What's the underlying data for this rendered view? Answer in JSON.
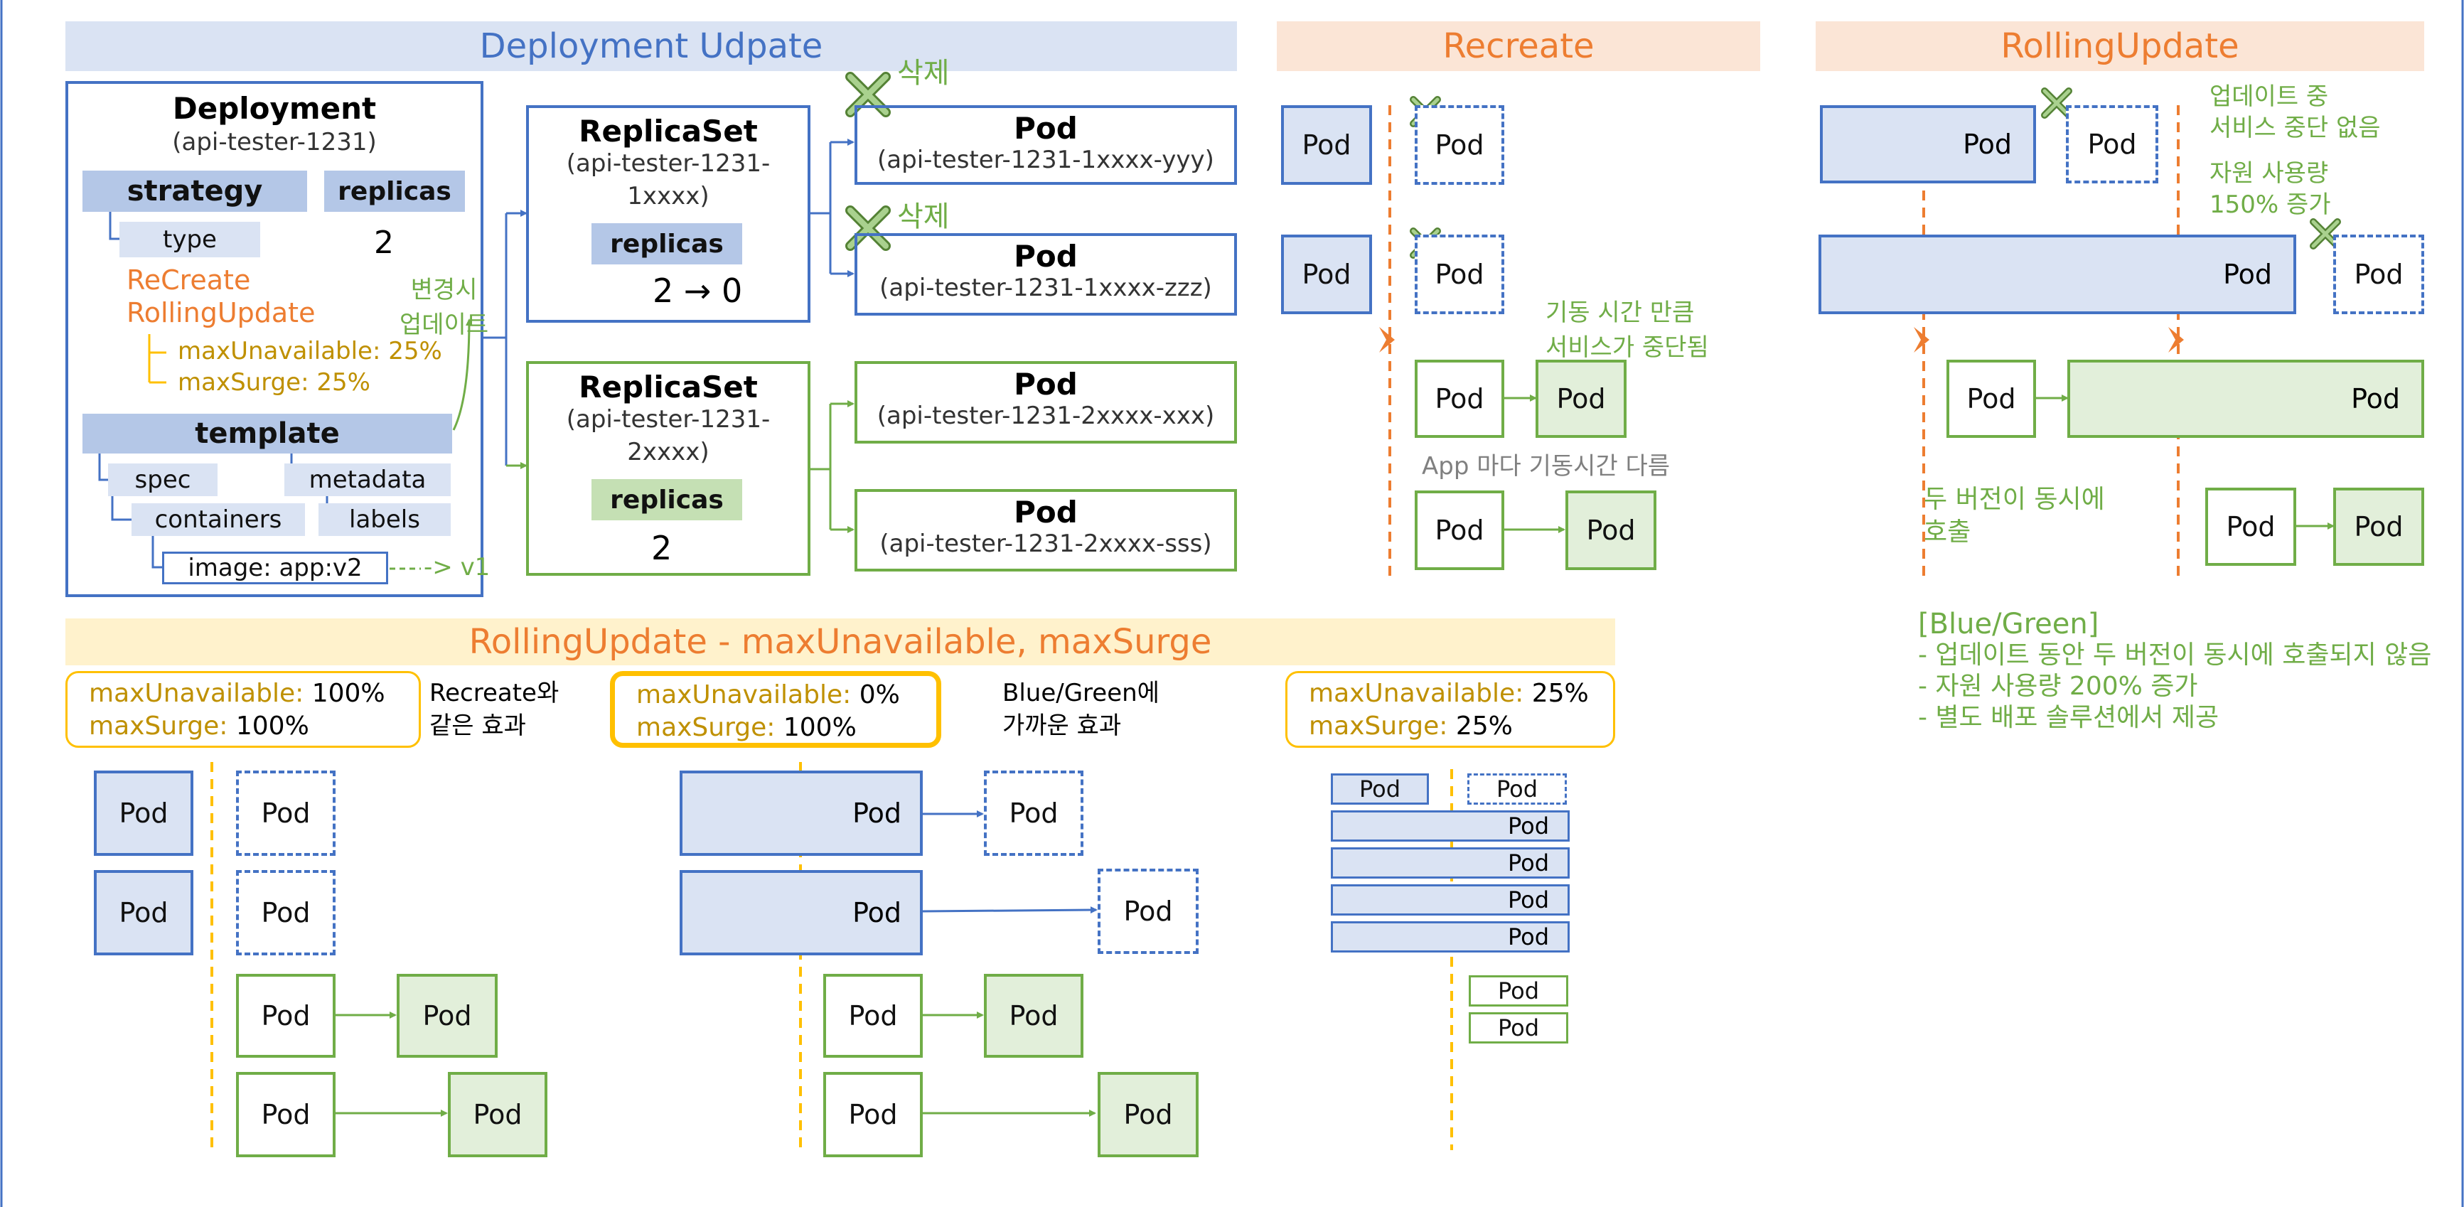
{
  "colors": {
    "blue": "#4472c4",
    "lightblue": "#dae3f3",
    "green": "#70ad47",
    "lightgreen": "#e2efda",
    "orange": "#ed7d31",
    "gold": "#ffc000",
    "goldtext": "#bf9000",
    "peach": "#fbe5d6",
    "cream": "#fff2cc"
  },
  "banners": {
    "deployment": "Deployment Udpate",
    "recreate": "Recreate",
    "rolling": "RollingUpdate",
    "bottom": "RollingUpdate - maxUnavailable, maxSurge"
  },
  "deployment": {
    "title": "Deployment",
    "name": "(api-tester-1231)",
    "strategy": "strategy",
    "replicas": "replicas",
    "type": "type",
    "replicas_value": "2",
    "recreate": "ReCreate",
    "rollingupdate": "RollingUpdate",
    "max_unavailable": "maxUnavailable: 25%",
    "max_surge": "maxSurge: 25%",
    "change_note_1": "변경시",
    "change_note_2": "업데이트",
    "template": "template",
    "spec": "spec",
    "metadata": "metadata",
    "containers": "containers",
    "labels": "labels",
    "image": "image: app:v2",
    "image_old": "-> v1"
  },
  "replicaset1": {
    "title": "ReplicaSet",
    "name_1": "(api-tester-1231-",
    "name_2": "1xxxx)",
    "replicas_label": "replicas",
    "replicas_value": "2 → 0"
  },
  "replicaset2": {
    "title": "ReplicaSet",
    "name_1": "(api-tester-1231-",
    "name_2": "2xxxx)",
    "replicas_label": "replicas",
    "replicas_value": "2"
  },
  "pods": {
    "label": "Pod",
    "p1": "(api-tester-1231-1xxxx-yyy)",
    "p2": "(api-tester-1231-1xxxx-zzz)",
    "p3": "(api-tester-1231-2xxxx-xxx)",
    "p4": "(api-tester-1231-2xxxx-sss)",
    "delete": "삭제"
  },
  "recreate_notes": {
    "downtime_1": "기동 시간 만큼",
    "downtime_2": "서비스가 중단됨",
    "startup_varies": "App 마다 기동시간 다름"
  },
  "rolling_notes": {
    "no_downtime_1": "업데이트 중",
    "no_downtime_2": "서비스 중단 없음",
    "resource_1": "자원 사용량",
    "resource_2": "150% 증가",
    "both_versions_1": "두 버전이 동시에",
    "both_versions_2": "호출"
  },
  "bluegreen": {
    "title": "[Blue/Green]",
    "l1": "- 업데이트 동안 두 버전이 동시에 호출되지 않음",
    "l2": "- 자원 사용량 200% 증가",
    "l3": "- 별도 배포 솔루션에서 제공"
  },
  "cases": {
    "mu_key": "maxUnavailable:",
    "ms_key": "maxSurge:",
    "c1_mu": "100%",
    "c1_ms": "100%",
    "c1_note_1": "Recreate와",
    "c1_note_2": "같은 효과",
    "c2_mu": "0%",
    "c2_ms": "100%",
    "c2_note_1": "Blue/Green에",
    "c2_note_2": "가까운 효과",
    "c3_mu": "25%",
    "c3_ms": "25%"
  }
}
